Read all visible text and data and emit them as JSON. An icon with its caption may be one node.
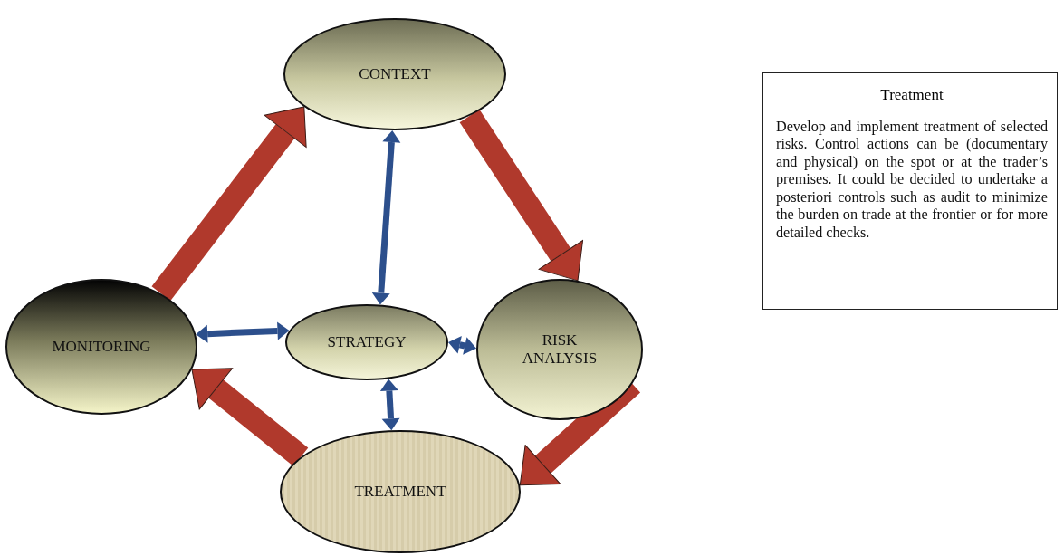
{
  "diagram": {
    "nodes": [
      {
        "text": [
          "CONTEXT"
        ]
      },
      {
        "text": [
          "MONITORING"
        ]
      },
      {
        "text": [
          "STRATEGY"
        ]
      },
      {
        "text": [
          "RISK ANALYSIS"
        ]
      },
      {
        "text": [
          "TREATMENT"
        ]
      },
      {
        "text": [
          "Treatment",
          "Develop and implement treatment of selected risks. Control actions can be (documentary and physical) on the spot or at the trader’s premises. It could be decided to undertake a posteriori controls such as audit to minimize the burden on trade at the frontier or for more detailed checks."
        ]
      }
    ],
    "edges": [
      {
        "from": 1,
        "to": 0,
        "arrow": "to",
        "style": "thick",
        "color": "#b0392c"
      },
      {
        "from": 0,
        "to": 3,
        "arrow": "to",
        "style": "thick",
        "color": "#b0392c"
      },
      {
        "from": 3,
        "to": 4,
        "arrow": "to",
        "style": "thick",
        "color": "#b0392c"
      },
      {
        "from": 4,
        "to": 1,
        "arrow": "to",
        "style": "thick",
        "color": "#b0392c"
      },
      {
        "from": 2,
        "to": 0,
        "arrow": "both",
        "color": "#2c4f8c"
      },
      {
        "from": 2,
        "to": 1,
        "arrow": "both",
        "color": "#2c4f8c"
      },
      {
        "from": 2,
        "to": 4,
        "arrow": "both",
        "color": "#2c4f8c"
      },
      {
        "from": 2,
        "to": 3,
        "arrow": "both",
        "color": "#2c4f8c"
      }
    ]
  }
}
